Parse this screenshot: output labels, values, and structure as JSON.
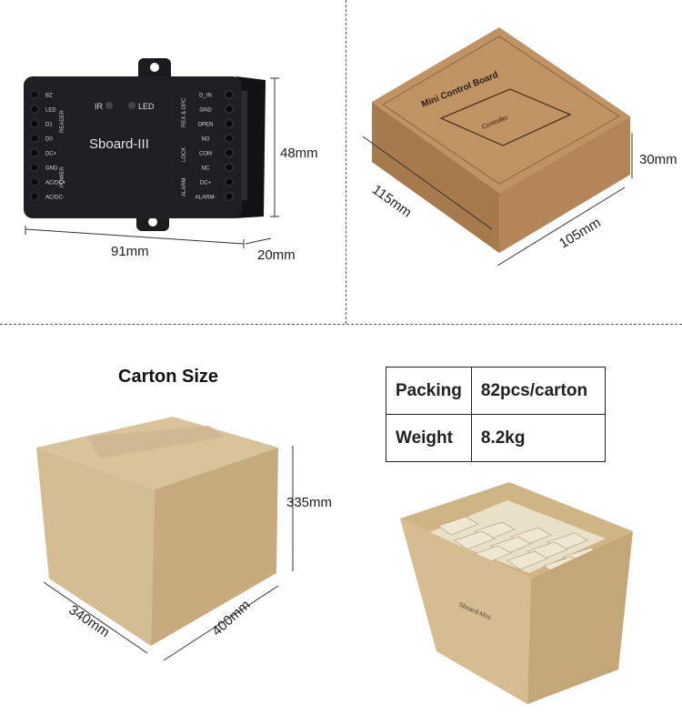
{
  "device": {
    "name": "Sboard-III",
    "top_labels": [
      "IR",
      "LED"
    ],
    "left_pins": [
      "BZ",
      "LED",
      "D1",
      "D0",
      "DC+",
      "GND",
      "AC/DC+",
      "AC/DC-"
    ],
    "left_groups": [
      "READER",
      "POWER"
    ],
    "right_pins": [
      "D_IN",
      "GND",
      "OPEN",
      "NO",
      "COM",
      "NC",
      "DC+",
      "ALARM-"
    ],
    "right_groups": [
      "REX & DPC",
      "LOCK",
      "ALARM"
    ],
    "width_label": "91mm",
    "height_label": "48mm",
    "depth_label": "20mm"
  },
  "retail_box": {
    "title": "Mini Control Board",
    "inner_label": "Controller",
    "length_label": "115mm",
    "width_label": "105mm",
    "height_label": "30mm"
  },
  "carton": {
    "title": "Carton Size",
    "height_label": "335mm",
    "depth_label": "340mm",
    "width_label": "400mm"
  },
  "specs": [
    {
      "label": "Packing",
      "value": "82pcs/carton"
    },
    {
      "label": "Weight",
      "value": "8.2kg"
    }
  ],
  "open_carton": {
    "print_label": "Sboard-Mini"
  },
  "colors": {
    "device": "#1d1f22",
    "kraft": "#b9875a",
    "carton": "#d2b88e"
  }
}
